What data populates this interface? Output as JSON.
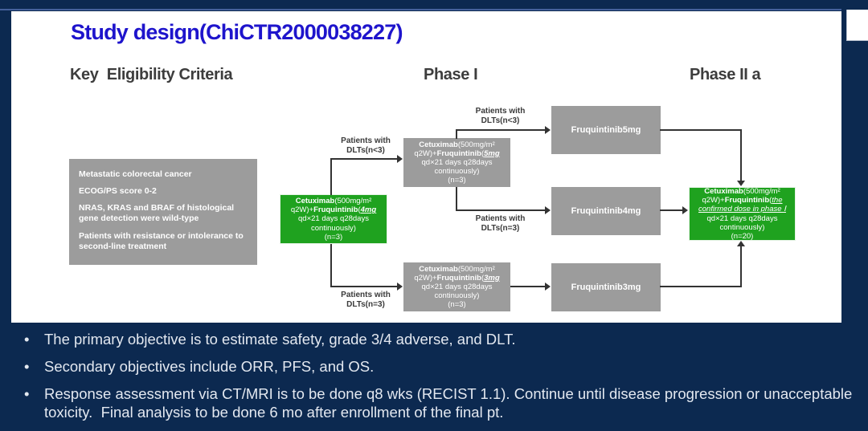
{
  "colors": {
    "background_navy": "#0c2950",
    "accent_line_blue": "#44609a",
    "title_blue": "#1e14cc",
    "box_gray": "#9c9c9c",
    "box_green": "#1fa21f",
    "header_gray": "#3d3d3d",
    "arrow_dark": "#333333",
    "bullet_text": "#e3e8f0"
  },
  "slide": {
    "title": "Study design(ChiCTR2000038227)",
    "headers": {
      "eligibility": "Key  Eligibility Criteria",
      "phase1": "Phase I",
      "phase2": "Phase II a"
    },
    "eligibility_box": {
      "items": [
        "Metastatic colorectal cancer",
        "ECOG/PS score 0-2",
        "NRAS, KRAS and BRAF of histological gene detection were wild-type",
        "Patients with resistance or intolerance to second-line treatment"
      ]
    },
    "flow": {
      "arm_4mg": {
        "segments": [
          {
            "t": "Cetuximab",
            "s": "b"
          },
          {
            "t": "(500mg/m² q2W)+"
          },
          {
            "t": "Fruquintinib",
            "s": "b"
          },
          {
            "t": "("
          },
          {
            "t": "4mg",
            "s": "du"
          },
          {
            "t": " qd×21 days q28days continuously)"
          },
          {
            "br": true
          },
          {
            "t": "(n=3)"
          }
        ]
      },
      "arm_5mg": {
        "segments": [
          {
            "t": "Cetuximab",
            "s": "b"
          },
          {
            "t": "(500mg/m² q2W)+"
          },
          {
            "t": "Fruquintinib",
            "s": "b"
          },
          {
            "t": "("
          },
          {
            "t": "5mg",
            "s": "du"
          },
          {
            "t": " qd×21 days q28days continuously)"
          },
          {
            "br": true
          },
          {
            "t": "(n=3)"
          }
        ]
      },
      "arm_3mg": {
        "segments": [
          {
            "t": "Cetuximab",
            "s": "b"
          },
          {
            "t": "(500mg/m² q2W)+"
          },
          {
            "t": "Fruquintinib",
            "s": "b"
          },
          {
            "t": "("
          },
          {
            "t": "3mg",
            "s": "du"
          },
          {
            "t": " qd×21 days q28days continuously)"
          },
          {
            "br": true
          },
          {
            "t": "(n=3)"
          }
        ]
      },
      "phase2_box": {
        "segments": [
          {
            "t": "Cetuximab",
            "s": "b"
          },
          {
            "t": "(500mg/m² q2W)+"
          },
          {
            "t": "Fruquintinib",
            "s": "b"
          },
          {
            "t": "("
          },
          {
            "t": "the confirmed dose in phase Ⅰ",
            "s": "iu"
          },
          {
            "t": " qd×21 days q28days continuously)"
          },
          {
            "br": true
          },
          {
            "t": "(n=20)"
          }
        ]
      },
      "dose_boxes": {
        "fru5": "Fruquintinib5mg",
        "fru4": "Fruquintinib4mg",
        "fru3": "Fruquintinib3mg"
      },
      "labels": {
        "dlt_lt3_a": "Patients with\nDLTs(n<3)",
        "dlt_lt3_b": "Patients with\nDLTs(n<3)",
        "dlt_eq3_c": "Patients with\nDLTs(n=3)",
        "dlt_eq3_d": "Patients with\nDLTs(n=3)"
      }
    }
  },
  "bullets": [
    "The primary objective is to estimate safety, grade 3/4 adverse, and DLT.",
    "Secondary objectives include ORR, PFS, and OS.",
    "Response assessment via CT/MRI is to be done q8 wks (RECIST 1.1). Continue until disease progression or unacceptable toxicity.  Final analysis to be done 6 mo after enrollment of the final pt."
  ]
}
